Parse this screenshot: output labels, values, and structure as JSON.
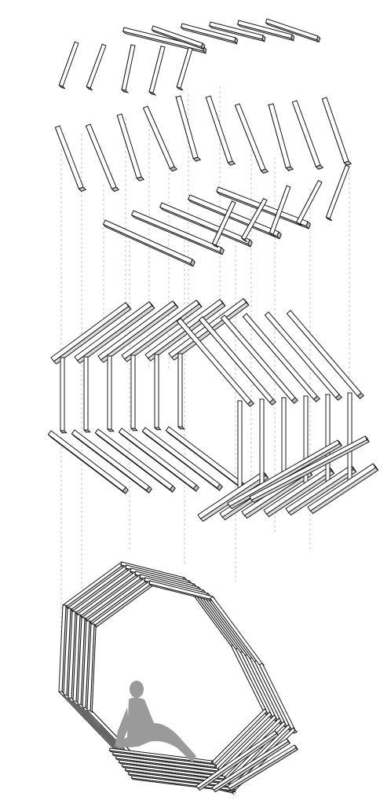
{
  "diagram": {
    "type": "exploded-axonometric",
    "subject": "timber-lath-pavilion",
    "stages": [
      {
        "id": "loose-members"
      },
      {
        "id": "assembled-frames"
      },
      {
        "id": "complete-structure"
      }
    ],
    "colors": {
      "line": "#1a1a1a",
      "beam_face": "#ffffff",
      "beam_shade": "#d9d9d9",
      "guide": "#b5b5b5",
      "figure": "#9a9a9a"
    }
  }
}
